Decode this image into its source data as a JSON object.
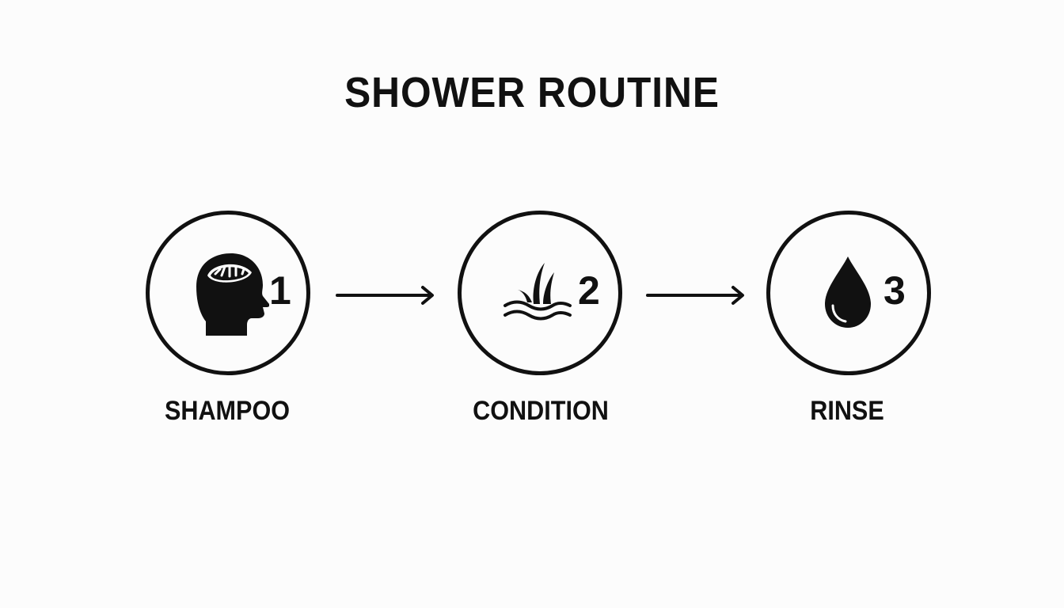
{
  "title": "SHOWER ROUTINE",
  "colors": {
    "ink": "#111111",
    "background": "#fcfcfc"
  },
  "steps": [
    {
      "number": "1",
      "label": "SHAMPOO",
      "icon": "head-scalp-icon"
    },
    {
      "number": "2",
      "label": "CONDITION",
      "icon": "hair-strands-icon"
    },
    {
      "number": "3",
      "label": "RINSE",
      "icon": "water-drop-icon"
    }
  ],
  "connectors": [
    "arrow-right-icon",
    "arrow-right-icon"
  ]
}
